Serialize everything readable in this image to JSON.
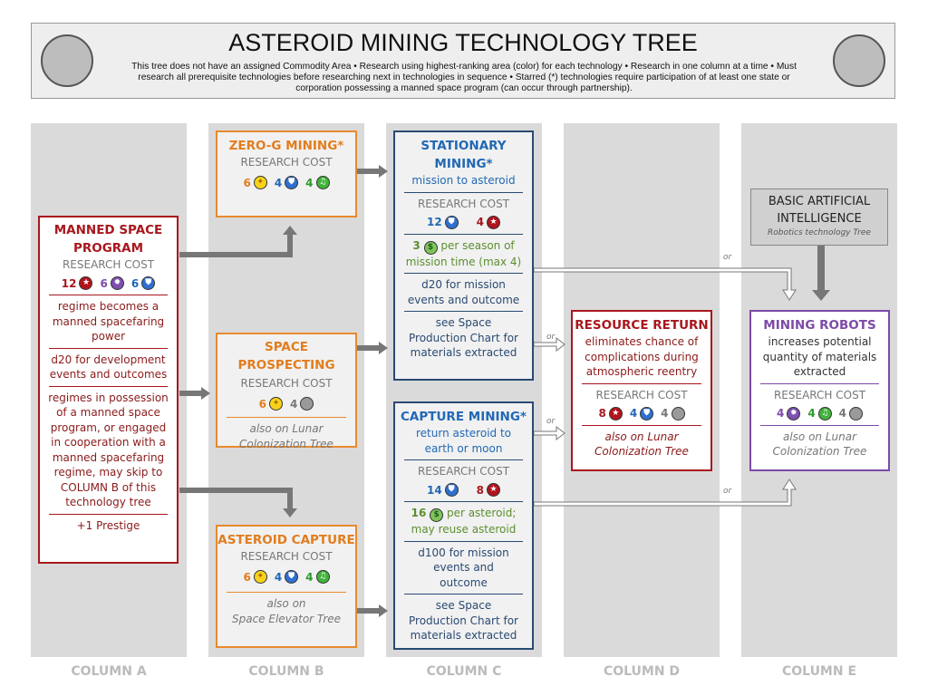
{
  "header": {
    "title": "ASTEROID MINING TECHNOLOGY TREE",
    "description": "This tree does not have an assigned Commodity Area • Research using highest-ranking area (color) for each technology • Research in one column at a time • Must research all prerequisite technologies before researching next in technologies in sequence • Starred (*) technologies require participation of at least one state or corporation possessing a manned space program (can occur through partnership)."
  },
  "columns": [
    "COLUMN A",
    "COLUMN B",
    "COLUMN C",
    "COLUMN D",
    "COLUMN E"
  ],
  "research_cost_label": "RESEARCH COST",
  "or_label": "or",
  "nodes": {
    "manned": {
      "title": "MANNED SPACE PROGRAM",
      "cost": [
        {
          "n": "12",
          "icon": "red"
        },
        {
          "n": "6",
          "icon": "purple"
        },
        {
          "n": "6",
          "icon": "blue"
        }
      ],
      "effects": [
        "regime becomes a manned spacefaring power",
        "d20 for development events and outcomes",
        "regimes in possession of a manned space program, or engaged in cooperation with a manned spacefaring regime, may skip to COLUMN B of this technology tree",
        "+1 Prestige"
      ]
    },
    "zerog": {
      "title": "ZERO-G MINING*",
      "cost": [
        {
          "n": "6",
          "icon": "yellow"
        },
        {
          "n": "4",
          "icon": "blue"
        },
        {
          "n": "4",
          "icon": "green"
        }
      ]
    },
    "prospecting": {
      "title": "SPACE PROSPECTING",
      "cost": [
        {
          "n": "6",
          "icon": "yellow"
        },
        {
          "n": "4",
          "icon": "gray"
        }
      ],
      "note": "also on Lunar Colonization Tree"
    },
    "capture": {
      "title": "ASTEROID CAPTURE",
      "cost": [
        {
          "n": "6",
          "icon": "yellow"
        },
        {
          "n": "4",
          "icon": "blue"
        },
        {
          "n": "4",
          "icon": "green"
        }
      ],
      "note_line1": "also on",
      "note_line2": "Space Elevator Tree"
    },
    "stationary": {
      "title": "STATIONARY MINING*",
      "subtitle": "mission to asteroid",
      "cost": [
        {
          "n": "12",
          "icon": "blue"
        },
        {
          "n": "4",
          "icon": "red"
        }
      ],
      "income_n": "3",
      "income_text": "per season of mission time (max 4)",
      "effects": [
        "d20 for mission events and outcome",
        "see Space Production Chart for materials extracted"
      ]
    },
    "capture_mining": {
      "title": "CAPTURE MINING*",
      "subtitle": "return asteroid to earth or moon",
      "cost": [
        {
          "n": "14",
          "icon": "blue"
        },
        {
          "n": "8",
          "icon": "red"
        }
      ],
      "income_n": "16",
      "income_text": "per asteroid; may reuse asteroid",
      "effects": [
        "d100 for mission events and outcome",
        "see Space Production Chart for materials extracted"
      ]
    },
    "resource": {
      "title": "RESOURCE RETURN",
      "subtitle": "eliminates chance of complications during atmospheric reentry",
      "cost": [
        {
          "n": "8",
          "icon": "red"
        },
        {
          "n": "4",
          "icon": "blue"
        },
        {
          "n": "4",
          "icon": "gray"
        }
      ],
      "note": "also on Lunar Colonization Tree"
    },
    "ai": {
      "title": "BASIC ARTIFICIAL INTELLIGENCE",
      "subtitle": "Robotics technology Tree"
    },
    "robots": {
      "title": "MINING ROBOTS",
      "subtitle": "increases potential quantity of materials extracted",
      "cost": [
        {
          "n": "4",
          "icon": "purple"
        },
        {
          "n": "4",
          "icon": "green"
        },
        {
          "n": "4",
          "icon": "gray"
        }
      ],
      "note": "also on Lunar Colonization Tree"
    }
  },
  "colors": {
    "red": "#a8171d",
    "orange": "#e88a2e",
    "blue": "#2168b5",
    "purple": "#7d4aa8",
    "green": "#5c8e2f",
    "gray": "#777777"
  }
}
